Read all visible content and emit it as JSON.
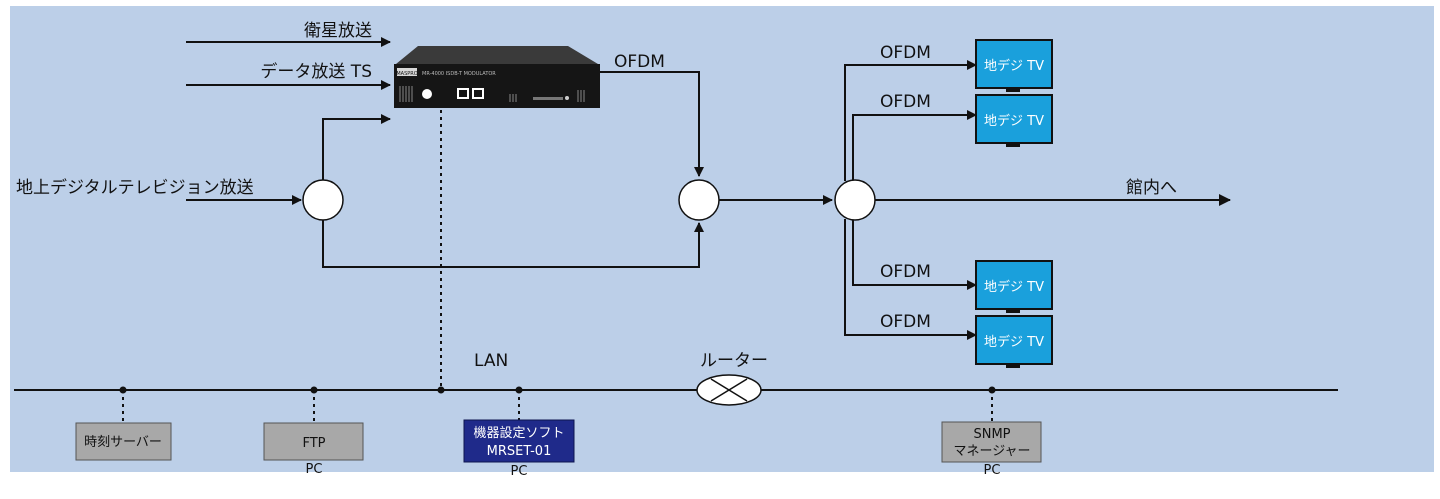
{
  "colors": {
    "background": "#bccfe8",
    "line": "#111111",
    "tv_fill": "#1aa0dc",
    "pc_fill": "#a8a8a8",
    "software_fill": "#1f2a8a",
    "device": "#141414"
  },
  "inputs": {
    "satellite": "衛星放送",
    "data_ts": "データ放送 TS",
    "terrestrial": "地上デジタルテレビジョン放送"
  },
  "device": {
    "model_text": "MR-4000 ISDB-T MODULATOR",
    "brand_text": "MASPRO"
  },
  "signals": {
    "ofdm_out": "OFDM",
    "tv_feeds": [
      "OFDM",
      "OFDM",
      "OFDM",
      "OFDM"
    ],
    "to_building": "館内へ"
  },
  "tvs": [
    {
      "label": "地デジ TV"
    },
    {
      "label": "地デジ TV"
    },
    {
      "label": "地デジ TV"
    },
    {
      "label": "地デジ TV"
    }
  ],
  "network": {
    "lan_label": "LAN",
    "router_label": "ルーター"
  },
  "pcs": {
    "time_server": {
      "label": "時刻サーバー"
    },
    "ftp": {
      "label": "FTP",
      "caption": "PC"
    },
    "software": {
      "line1": "機器設定ソフト",
      "line2": "MRSET-01",
      "caption": "PC"
    },
    "snmp": {
      "line1": "SNMP",
      "line2": "マネージャー",
      "caption": "PC"
    }
  }
}
